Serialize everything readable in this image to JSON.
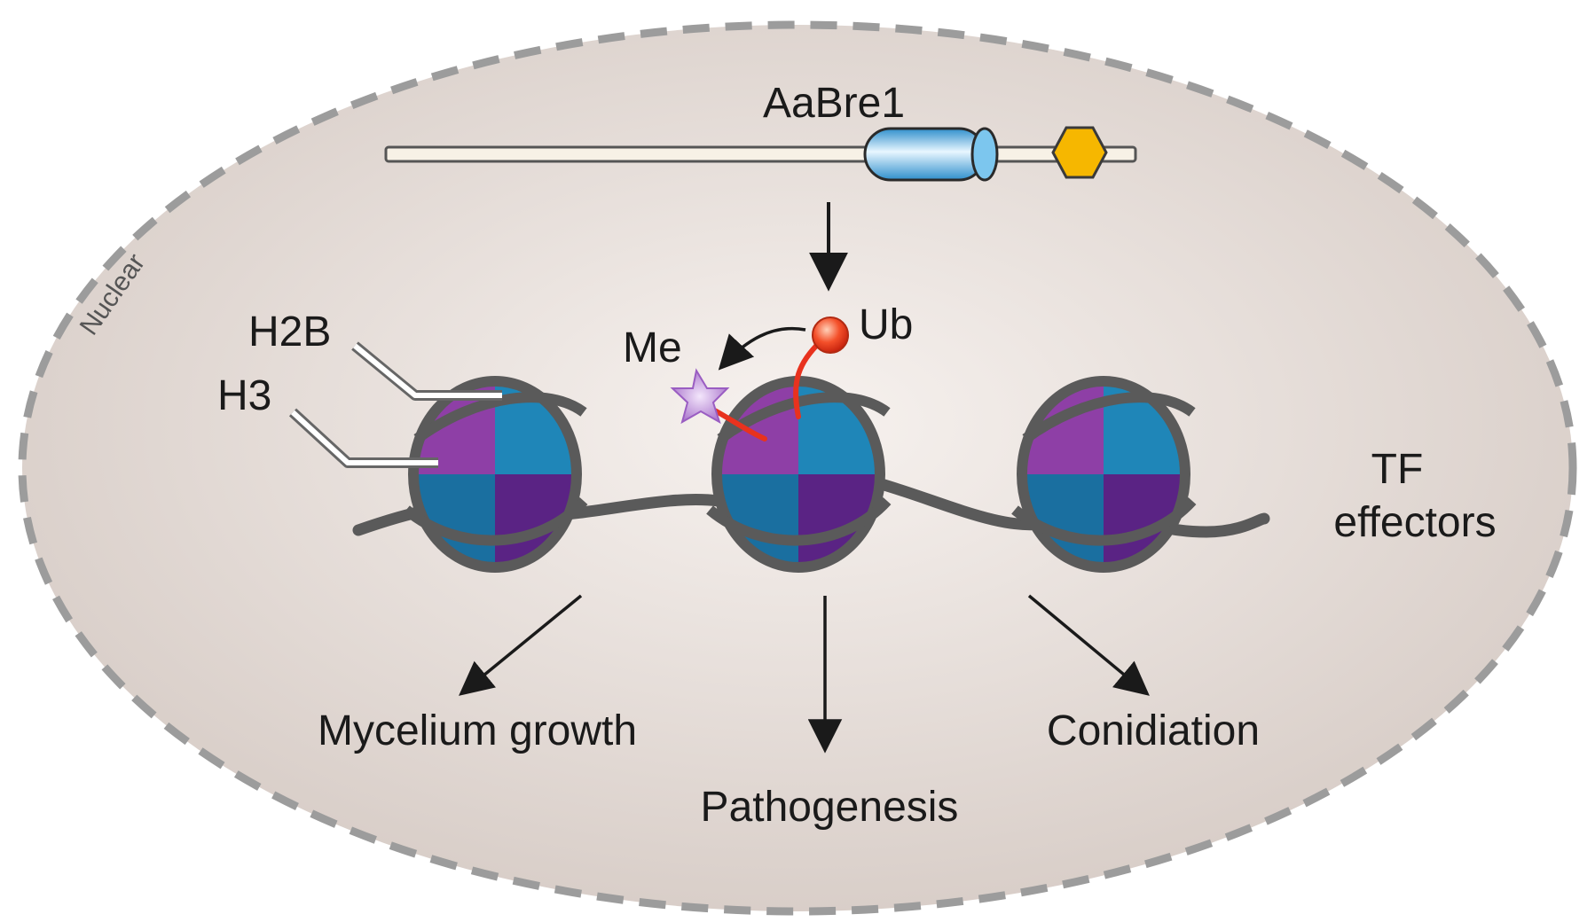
{
  "protein": {
    "name": "AaBre1"
  },
  "modifications": {
    "ubiquitin": "Ub",
    "methyl": "Me"
  },
  "histones": {
    "h2b": "H2B",
    "h3": "H3"
  },
  "compartment": "Nuclear",
  "effectors": {
    "line1": "TF",
    "line2": "effectors"
  },
  "outcomes": {
    "mycelium": "Mycelium growth",
    "pathogenesis": "Pathogenesis",
    "conidiation": "Conidiation"
  },
  "colors": {
    "nucleus_fill": "#d9cfc9",
    "nucleus_border": "#9a9a9a",
    "domain_blue": "#4aaee0",
    "domain_hex": "#f5b800",
    "ubiquitin_red": "#e8321e",
    "methyl_purple": "#b47fd0",
    "dna_gray": "#5a5a5a",
    "histone_purple": "#6b2a8e",
    "histone_blue": "#1f86b8"
  }
}
